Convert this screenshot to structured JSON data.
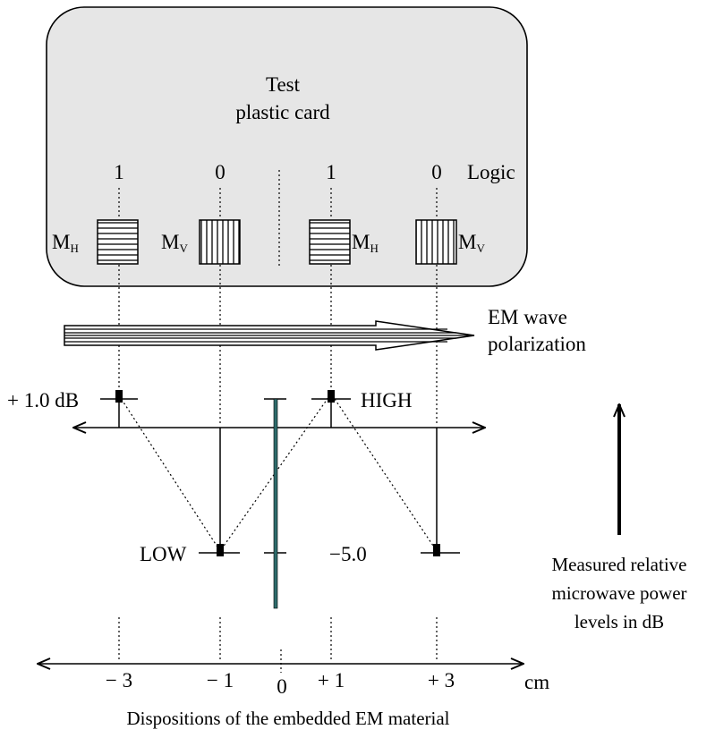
{
  "card": {
    "title_line1": "Test",
    "title_line2": "plastic card",
    "logic_label": "Logic",
    "logic_values": [
      "1",
      "0",
      "1",
      "0"
    ],
    "elements": [
      {
        "main": "M",
        "sub": "H",
        "orientation": "horizontal"
      },
      {
        "main": "M",
        "sub": "V",
        "orientation": "vertical"
      },
      {
        "main": "M",
        "sub": "H",
        "orientation": "horizontal"
      },
      {
        "main": "M",
        "sub": "V",
        "orientation": "vertical"
      }
    ]
  },
  "wave": {
    "line1": "EM wave",
    "line2": "polarization"
  },
  "levels": {
    "high_value": "+ 1.0 dB",
    "high_label": "HIGH",
    "low_label": "LOW",
    "low_value": "−5.0"
  },
  "measured": {
    "line1": "Measured relative",
    "line2": "microwave power",
    "line3": "levels in dB"
  },
  "axis": {
    "ticks": [
      "− 3",
      "− 1",
      "0",
      "+ 1",
      "+ 3"
    ],
    "unit": "cm",
    "caption": "Dispositions of the embedded EM material"
  },
  "colors": {
    "card_fill": "#e6e6e6",
    "stroke": "#000000",
    "center_bar": "#2e6b6b"
  }
}
